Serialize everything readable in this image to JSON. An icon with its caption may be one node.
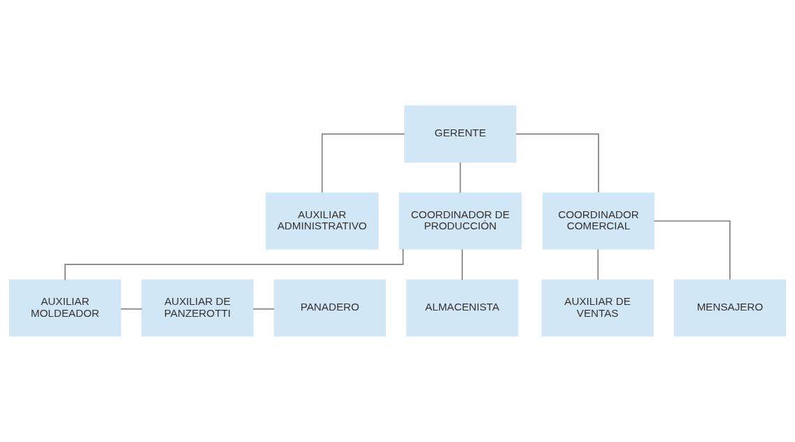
{
  "diagram": {
    "nodes": [
      {
        "text": [
          "GERENTE"
        ]
      },
      {
        "text": [
          "AUXILIAR ADMINISTRATIVO"
        ]
      },
      {
        "text": [
          "COORDINADOR DE PRODUCCIÓN"
        ]
      },
      {
        "text": [
          "COORDINADOR COMERCIAL"
        ]
      },
      {
        "text": [
          "PANADERO"
        ]
      },
      {
        "text": [
          "AUXILIAR DE PANZEROTTI"
        ]
      },
      {
        "text": [
          "AUXILIAR MOLDEADOR"
        ]
      },
      {
        "text": [
          "AUXILIAR DE VENTAS"
        ]
      },
      {
        "text": [
          "MENSAJERO"
        ]
      },
      {
        "text": [
          "ALMACENISTA"
        ]
      }
    ],
    "edges": [
      {
        "from": 0,
        "to": 1,
        "arrow": "none"
      },
      {
        "from": 0,
        "to": 2,
        "arrow": "none"
      },
      {
        "from": 0,
        "to": 3,
        "arrow": "none"
      },
      {
        "from": 2,
        "to": 6,
        "arrow": "none"
      },
      {
        "from": 2,
        "to": 9,
        "arrow": "none"
      },
      {
        "from": 6,
        "to": 5,
        "arrow": "none"
      },
      {
        "from": 5,
        "to": 4,
        "arrow": "none"
      },
      {
        "from": 3,
        "to": 7,
        "arrow": "none"
      },
      {
        "from": 3,
        "to": 8,
        "arrow": "none"
      }
    ]
  }
}
